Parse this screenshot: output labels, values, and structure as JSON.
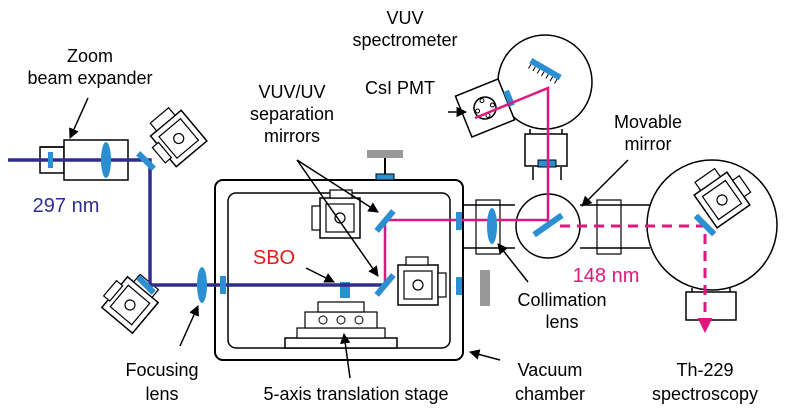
{
  "colors": {
    "uv_beam": "#2e2f8c",
    "vuv_beam": "#e0177e",
    "optic": "#2b8fd1",
    "structure": "#000000",
    "mount_gray": "#999999",
    "label_red": "#e01b1b"
  },
  "labels": {
    "zoom_line1": "Zoom",
    "zoom_line2": "beam expander",
    "wavelength_uv": "297 nm",
    "vuv_spec_line1": "VUV",
    "vuv_spec_line2": "spectrometer",
    "csi_pmt": "CsI PMT",
    "sep_line1": "VUV/UV",
    "sep_line2": "separation",
    "sep_line3": "mirrors",
    "movable_line1": "Movable",
    "movable_line2": "mirror",
    "sbo": "SBO",
    "wavelength_vuv": "148 nm",
    "collimation_line1": "Collimation",
    "collimation_line2": "lens",
    "focusing_line1": "Focusing",
    "focusing_line2": "lens",
    "vacuum_line1": "Vacuum",
    "vacuum_line2": "chamber",
    "stage": "5-axis translation stage",
    "th_line1": "Th-229",
    "th_line2": "spectroscopy"
  }
}
